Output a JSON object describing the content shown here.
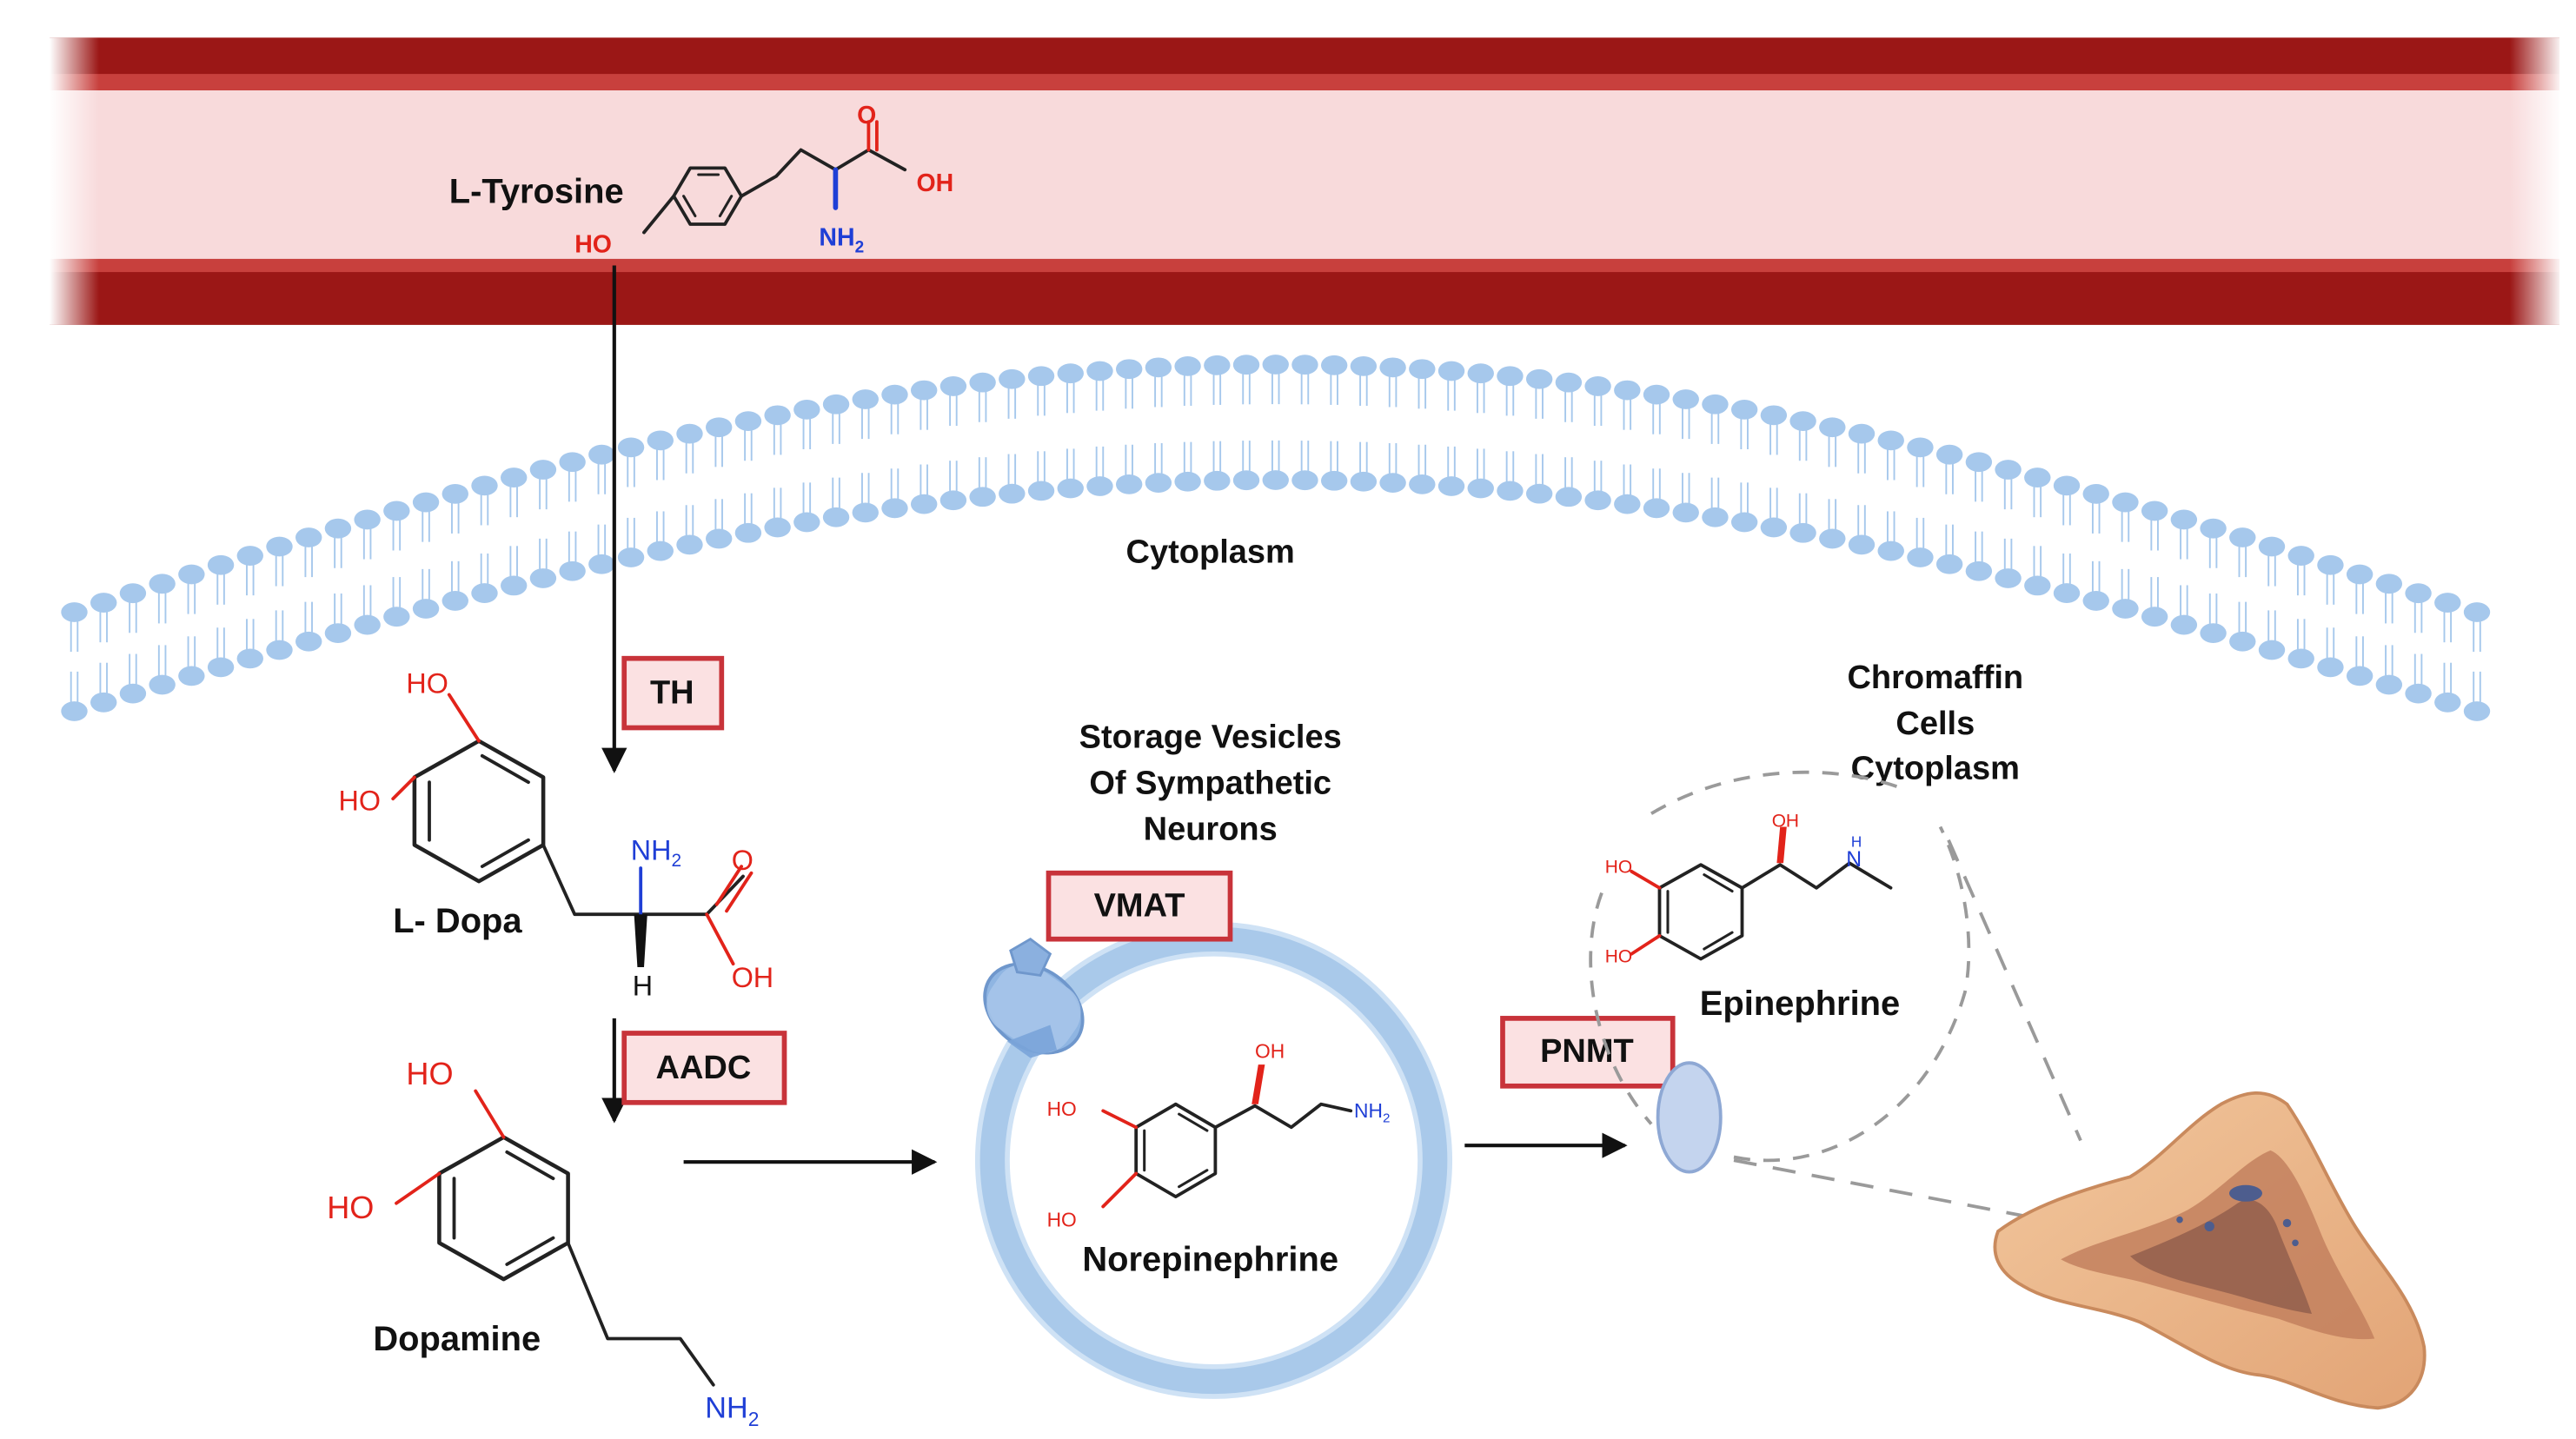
{
  "molecules": {
    "tyrosine": {
      "name": "L-Tyrosine",
      "o": "O",
      "oh": "OH",
      "ho": "HO",
      "nh2": "NH",
      "sub2": "2"
    },
    "ldopa": {
      "name": "L- Dopa",
      "ho1": "HO",
      "ho2": "HO",
      "nh2": "NH",
      "sub2": "2",
      "o": "O",
      "oh": "OH",
      "h": "H"
    },
    "dopamine": {
      "name": "Dopamine",
      "ho1": "HO",
      "ho2": "HO",
      "nh2": "NH",
      "sub2": "2"
    },
    "norepinephrine": {
      "name": "Norepinephrine",
      "oh": "OH",
      "ho1": "HO",
      "ho2": "HO",
      "nh2": "NH",
      "sub2": "2"
    },
    "epinephrine": {
      "name": "Epinephrine",
      "oh": "OH",
      "ho1": "HO",
      "ho2": "HO",
      "n": "N",
      "h": "H"
    }
  },
  "enzymes": {
    "th": "TH",
    "aadc": "AADC",
    "vmat": "VMAT",
    "pnmt": "PNMT"
  },
  "regions": {
    "cytoplasm": "Cytoplasm",
    "vesicles": [
      "Storage Vesicles",
      "Of Sympathetic",
      "Neurons"
    ],
    "chromaffin": [
      "Chromaffin",
      "Cells",
      "Cytoplasm"
    ]
  },
  "colors": {
    "vessel_wall": "#9b1716",
    "vessel_lumen": "#f8dadb",
    "membrane": "#a6c8ec",
    "enzyme_fill": "#fbe1e2",
    "enzyme_border": "#c8333a",
    "atom_oxygen": "#e2231a",
    "atom_nitrogen": "#1f3fd6",
    "vesicle": "#b5d2ee",
    "adrenal": "#e9b58a"
  },
  "icons": [
    "blood-vessel",
    "lipid-bilayer",
    "vmat-transporter",
    "pnmt-vesicle",
    "adrenal-gland"
  ]
}
